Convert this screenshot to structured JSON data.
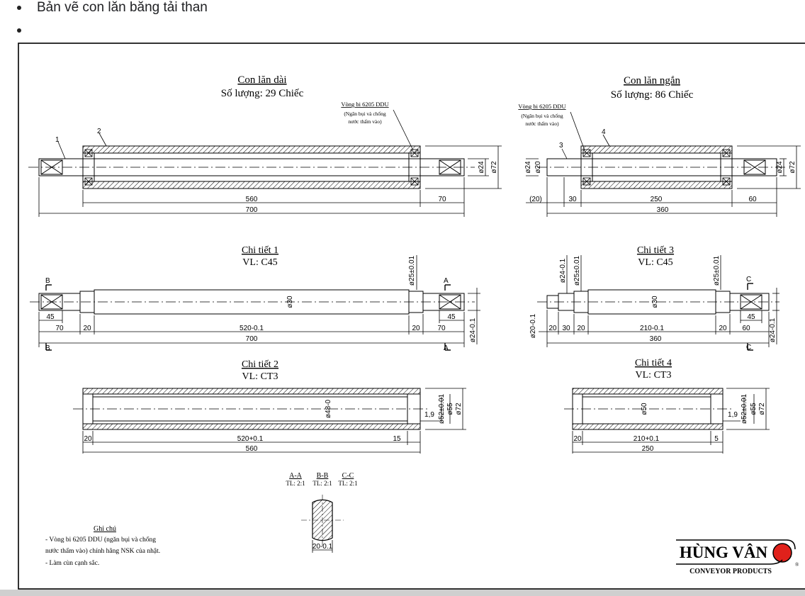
{
  "bullets": {
    "items": [
      {
        "label": "Bản vẽ con lăn băng tải than"
      },
      {
        "label": ""
      }
    ]
  },
  "drawing": {
    "long_roller": {
      "title": "Con lăn dài",
      "quantity": "Số lượng: 29 Chiếc"
    },
    "short_roller": {
      "title": "Con lăn ngắn",
      "quantity": "Số lượng: 86 Chiếc"
    },
    "bearing_note": {
      "title": "Vòng bi 6205 DDU",
      "line2": "(Ngăn bụi và chống",
      "line3": "nước thấm vào)"
    },
    "details": {
      "d1": {
        "title": "Chi tiết 1",
        "material": "VL: C45"
      },
      "d2": {
        "title": "Chi tiết 2",
        "material": "VL: CT3"
      },
      "d3": {
        "title": "Chi tiết 3",
        "material": "VL: C45"
      },
      "d4": {
        "title": "Chi tiết 4",
        "material": "VL: CT3"
      }
    },
    "dims": {
      "long": {
        "d560": "560",
        "d70": "70",
        "d700": "700",
        "phi24": "ø24",
        "phi72": "ø72",
        "n1": "1",
        "n2": "2"
      },
      "short": {
        "d20": "(20)",
        "d30": "30",
        "d250": "250",
        "d60": "60",
        "d360": "360",
        "phi24a": "ø24",
        "phi20": "ø20",
        "phi24b": "ø24",
        "phi72": "ø72",
        "n3": "3",
        "n4": "4"
      },
      "d1": {
        "d45a": "45",
        "d70a": "70",
        "d20a": "20",
        "d520": "520-0.1",
        "d20b": "20",
        "d70b": "70",
        "d45b": "45",
        "d700": "700",
        "phi30": "ø30",
        "phi25": "ø25±0.01",
        "phi24": "ø24-0.1",
        "secB": "B",
        "secA": "A"
      },
      "d3": {
        "phi24": "ø24-0.1",
        "phi25a": "ø25±0.01",
        "phi25b": "ø25±0.01",
        "phi20": "ø20-0.1",
        "d20a": "20",
        "d30": "30",
        "d20b": "20",
        "d210": "210-0.1",
        "d20c": "20",
        "d60": "60",
        "d45": "45",
        "d360": "360",
        "phi30": "ø30",
        "phi24b": "ø24-0.1",
        "secC": "C"
      },
      "d2": {
        "d20": "20",
        "d520": "520+0.1",
        "d15": "15",
        "d560": "560",
        "phi48": "ø48-0",
        "d19": "1,9",
        "phi52": "ø52±0.01",
        "phi55": "ø55",
        "phi72": "ø72"
      },
      "d4": {
        "d20": "20",
        "d210": "210+0.1",
        "d5": "5",
        "d250": "250",
        "phi50": "ø50",
        "d19": "1,9",
        "phi52": "ø52±0.01",
        "phi55": "ø55",
        "phi72": "ø72"
      }
    },
    "sections": {
      "aa": "A-A",
      "aa_scale": "TL: 2:1",
      "bb": "B-B",
      "bb_scale": "TL: 2:1",
      "cc": "C-C",
      "cc_scale": "TL: 2:1",
      "width": "20-0.1"
    },
    "notes": {
      "title": "Ghi chú",
      "line1": "- Vòng bi 6205 DDU (ngăn bụi và chống",
      "line2": "nước thấm vào) chính hãng NSK của nhật.",
      "line3": "- Làm cùn cạnh sắc."
    },
    "logo": {
      "brand": "HÙNG VÂN",
      "subtitle": "CONVEYOR PRODUCTS",
      "mark": "®"
    }
  },
  "colors": {
    "ink": "#000000",
    "hatch": "#000000",
    "logo_red": "#e0211b",
    "bar": "#cfcfcf"
  }
}
